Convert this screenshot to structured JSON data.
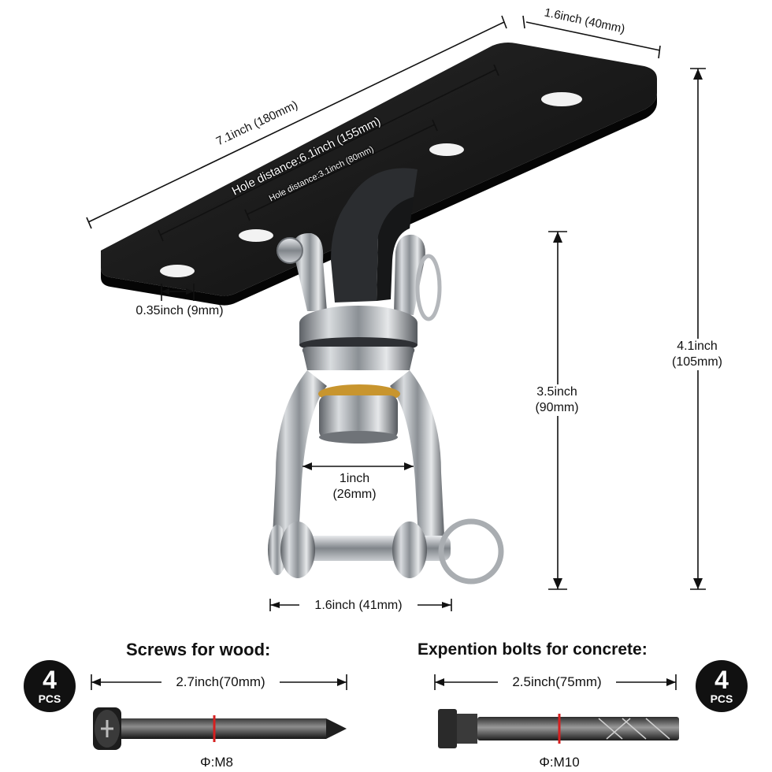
{
  "dimensions": {
    "plate_length": "7.1inch (180mm)",
    "plate_width": "1.6inch (40mm)",
    "hole_distance_outer": "Hole distance:6.1inch (155mm)",
    "hole_distance_inner": "Hole distance:3.1inch (80mm)",
    "hole_diameter": "0.35inch (9mm)",
    "total_height_in": "4.1inch",
    "total_height_mm": "(105mm)",
    "swivel_height_in": "3.5inch",
    "swivel_height_mm": "(90mm)",
    "shackle_gap_in": "1inch",
    "shackle_gap_mm": "(26mm)",
    "shackle_width": "1.6inch (41mm)"
  },
  "screws": {
    "heading": "Screws for wood:",
    "length": "2.7inch(70mm)",
    "diameter": "Φ:M8",
    "badge_count": "4",
    "badge_unit": "PCS"
  },
  "bolts": {
    "heading": "Expention bolts for concrete:",
    "length": "2.5inch(75mm)",
    "diameter": "Φ:M10",
    "badge_count": "4",
    "badge_unit": "PCS"
  },
  "colors": {
    "plate": "#1a1a1a",
    "steel": "#9a9ea3",
    "brass": "#c8952e",
    "accent_red": "#d62020",
    "dimension_line": "#111111"
  }
}
